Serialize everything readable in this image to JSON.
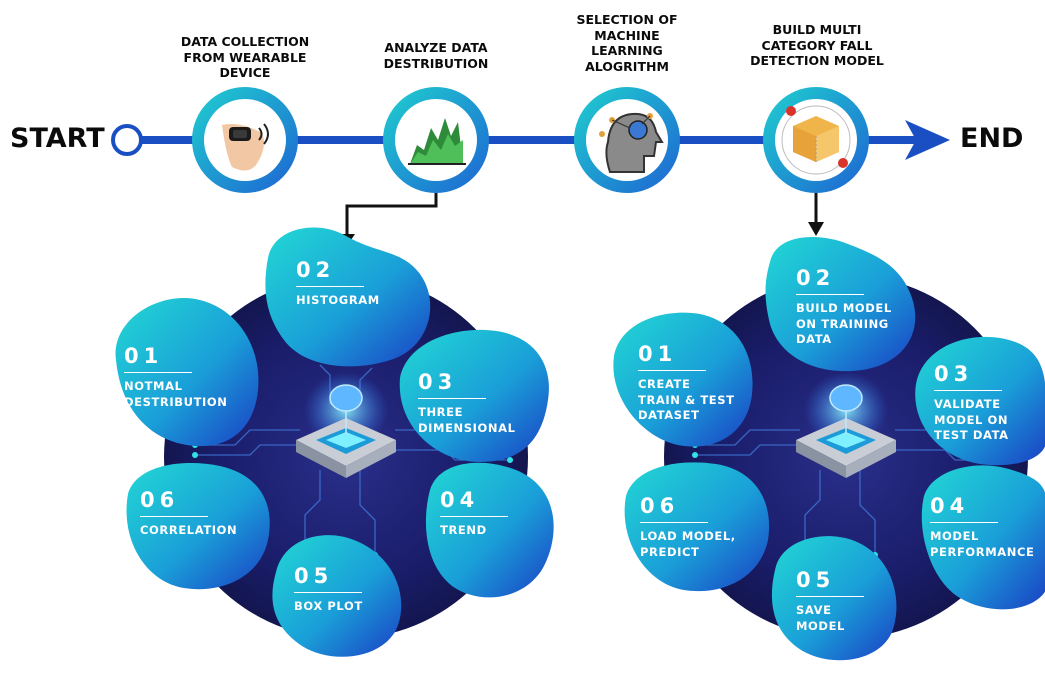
{
  "timeline": {
    "start_label": "START",
    "end_label": "END",
    "steps": [
      {
        "label": "DATA COLLECTION\nFROM WEARABLE\nDEVICE",
        "icon": "wearable-wrist-icon"
      },
      {
        "label": "ANALYZE DATA\nDESTRIBUTION",
        "icon": "mountain-chart-icon"
      },
      {
        "label": "SELECTION OF\nMACHINE\nLEARNING\nALOGRITHM",
        "icon": "ai-head-icon"
      },
      {
        "label": "BUILD MULTI\nCATEGORY FALL\nDETECTION MODEL",
        "icon": "3d-box-icon"
      }
    ]
  },
  "left_cluster": {
    "items": [
      {
        "num": "01",
        "label": "NOTMAL\nDESTRIBUTION"
      },
      {
        "num": "02",
        "label": "HISTOGRAM"
      },
      {
        "num": "03",
        "label": "THREE\nDIMENSIONAL"
      },
      {
        "num": "04",
        "label": "TREND"
      },
      {
        "num": "05",
        "label": "BOX PLOT"
      },
      {
        "num": "06",
        "label": "CORRELATION"
      }
    ]
  },
  "right_cluster": {
    "items": [
      {
        "num": "01",
        "label": "CREATE\nTRAIN & TEST\nDATASET"
      },
      {
        "num": "02",
        "label": "BUILD MODEL\nON TRAINING\nDATA"
      },
      {
        "num": "03",
        "label": "VALIDATE\nMODEL ON\nTEST DATA"
      },
      {
        "num": "04",
        "label": "MODEL\nPERFORMANCE"
      },
      {
        "num": "05",
        "label": "SAVE\nMODEL"
      },
      {
        "num": "06",
        "label": "LOAD MODEL,\nPREDICT"
      }
    ]
  },
  "colors": {
    "line_blue": "#1a4fc4",
    "blob_light": "#1fd3d6",
    "blob_dark": "#1840c6",
    "disc_dark": "#14185c",
    "ring_outer": "#19b8cf",
    "ring_inner": "#1f5ed0"
  }
}
